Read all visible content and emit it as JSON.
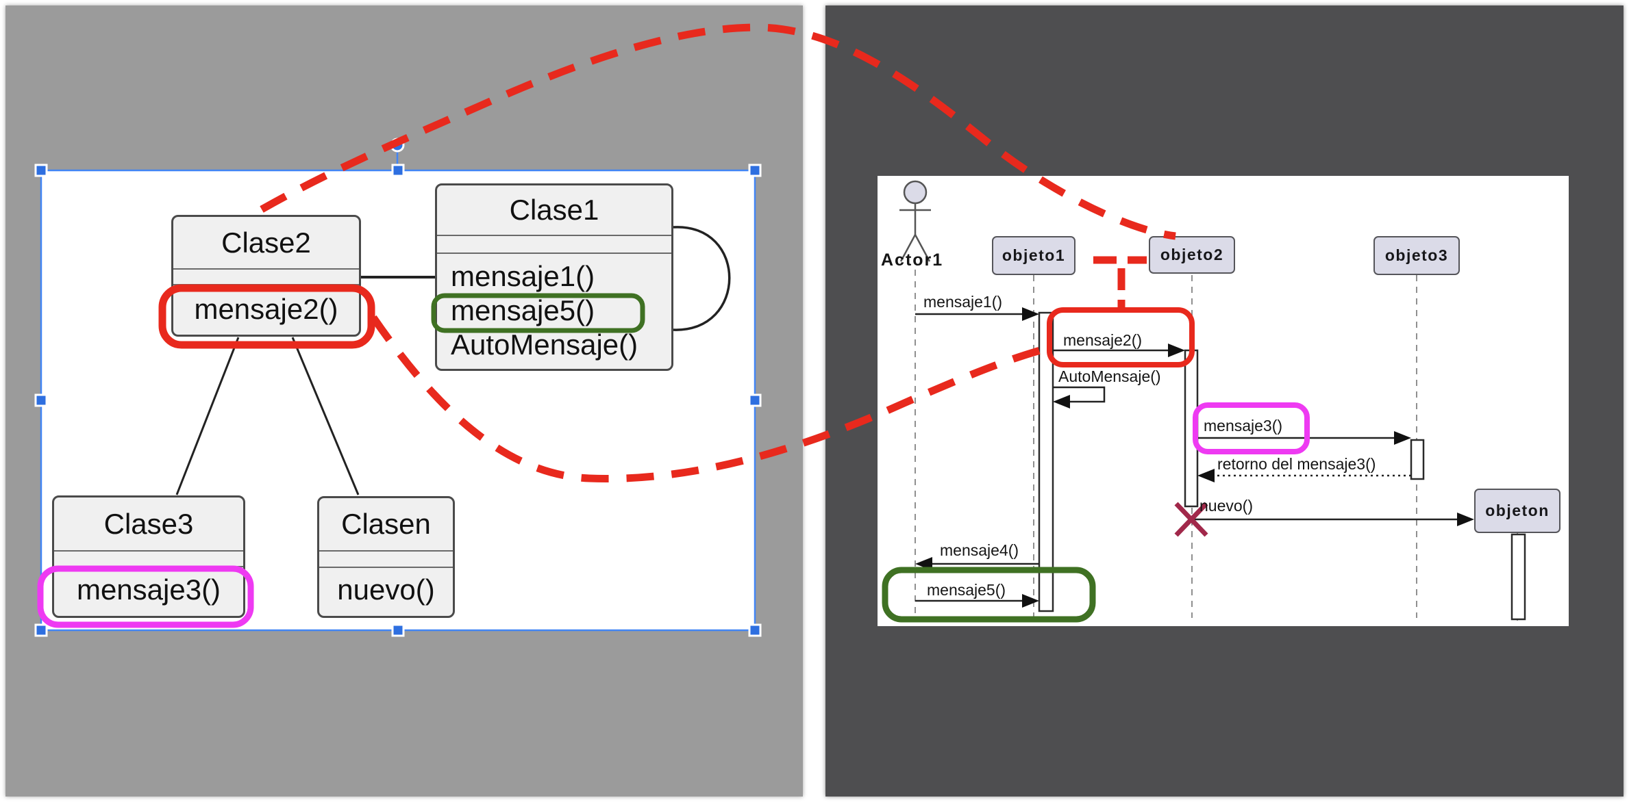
{
  "left_editor": {
    "description": "selected class diagram image on canvas",
    "class_diagram": {
      "clase2": {
        "title": "Clase2",
        "methods": [
          "mensaje2()"
        ]
      },
      "clase1": {
        "title": "Clase1",
        "methods": [
          "mensaje1()",
          "mensaje5()",
          "AutoMensaje()"
        ]
      },
      "clase3": {
        "title": "Clase3",
        "methods": [
          "mensaje3()"
        ]
      },
      "clasen": {
        "title": "Clasen",
        "methods": [
          "nuevo()"
        ]
      }
    }
  },
  "right_viewer": {
    "description": "sequence diagram image",
    "sequence_diagram": {
      "actor": {
        "label": "Actor1"
      },
      "objects": [
        {
          "label": "objeto1"
        },
        {
          "label": "objeto2"
        },
        {
          "label": "objeto3"
        },
        {
          "label": "objeton"
        }
      ],
      "messages": [
        {
          "label": "mensaje1()"
        },
        {
          "label": "mensaje2()"
        },
        {
          "label": "AutoMensaje()"
        },
        {
          "label": "mensaje3()"
        },
        {
          "label": "retorno del mensaje3()"
        },
        {
          "label": "nuevo()"
        },
        {
          "label": "mensaje4()"
        },
        {
          "label": "mensaje5()"
        }
      ]
    }
  },
  "colors": {
    "left_panel_bg": "#9b9b9b",
    "right_panel_bg": "#4e4e50",
    "highlight_red": "#e8291d",
    "highlight_green": "#3f7123",
    "highlight_magenta": "#ee3af2",
    "selection_blue": "#4285f4",
    "handle_blue": "#2e6fe0",
    "destroy_x": "#a1284a",
    "object_box_fill": "#dbdbe8",
    "class_box_fill": "#f0f0f0"
  }
}
